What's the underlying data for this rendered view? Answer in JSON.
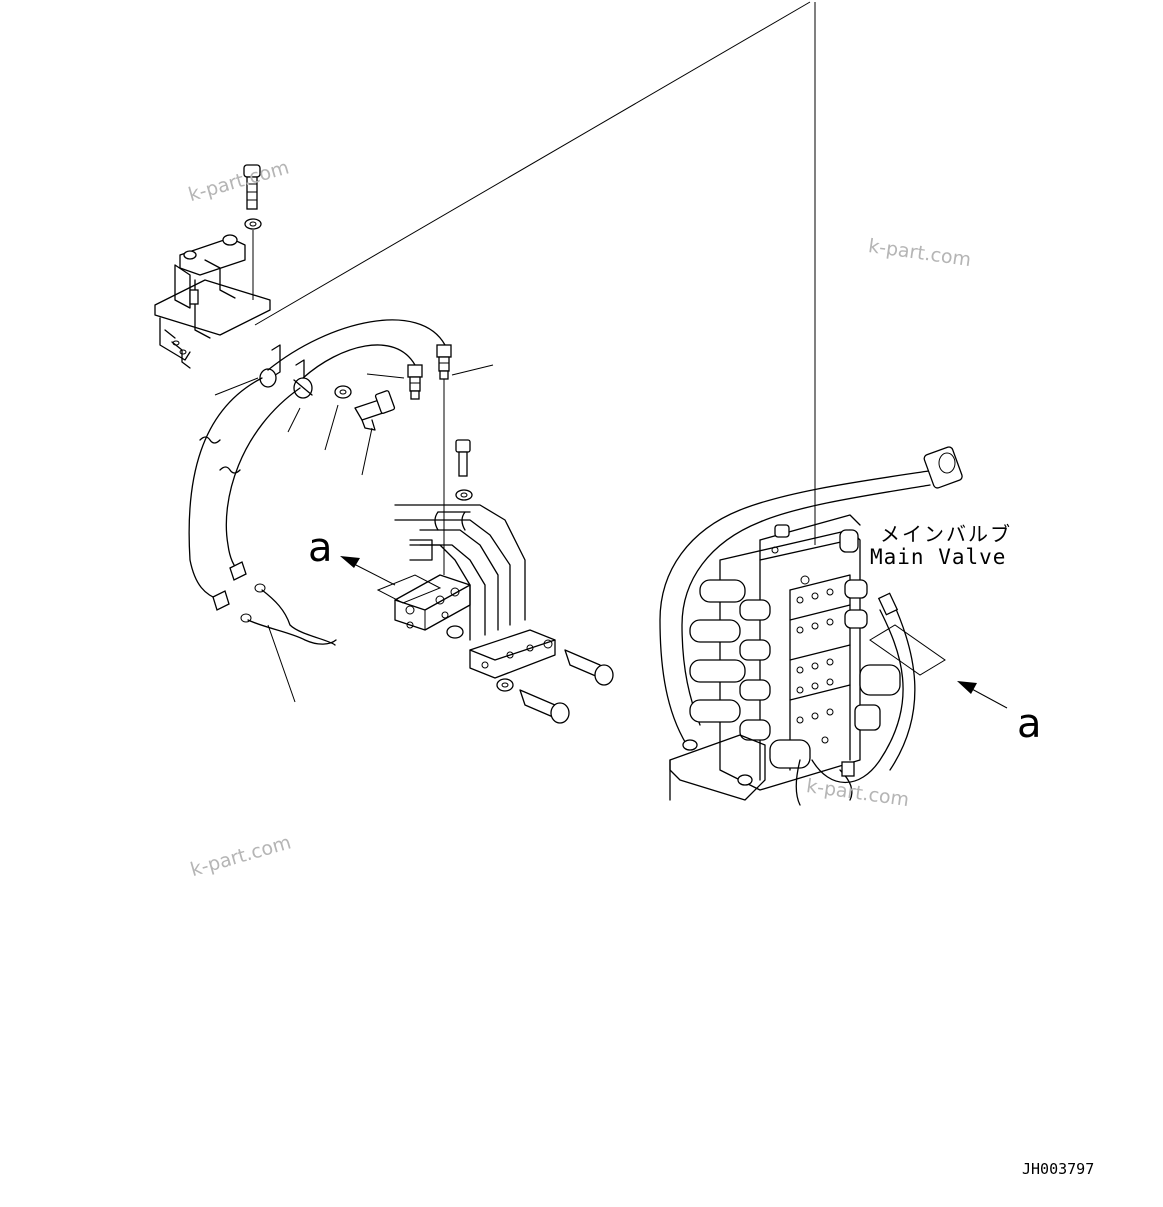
{
  "labels": {
    "main_valve_jp": "メインバルブ",
    "main_valve_en": "Main Valve",
    "view_a_left": "a",
    "view_a_right": "a",
    "drawing_number": "JH003797"
  },
  "watermarks": [
    "k-part.com",
    "k-part.com",
    "k-part.com",
    "k-part.com"
  ],
  "colors": {
    "line": "#000000",
    "background": "#ffffff",
    "watermark": "#b5b5b5"
  }
}
